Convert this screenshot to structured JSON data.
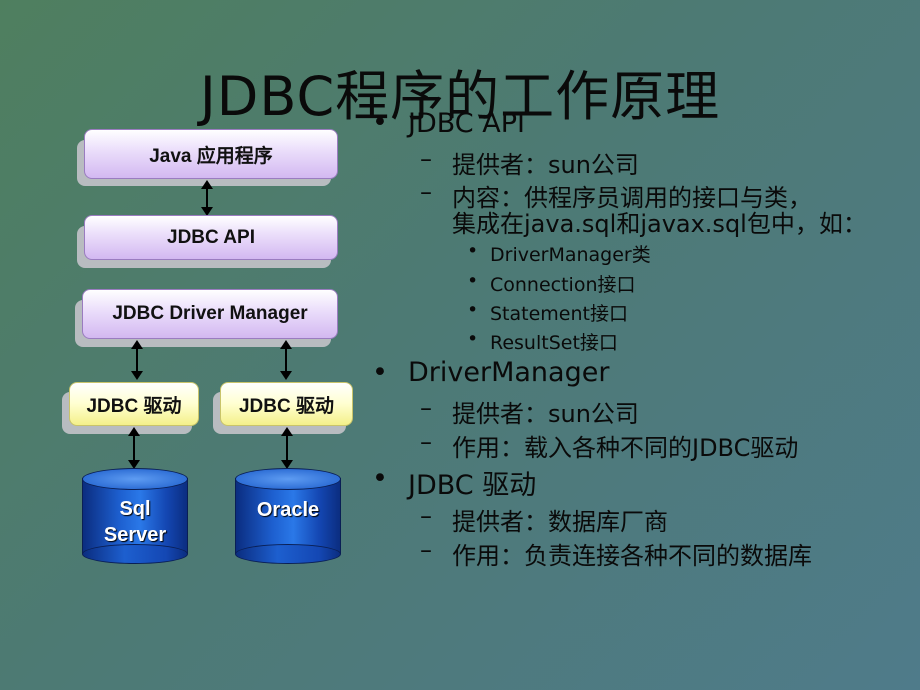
{
  "slide": {
    "title": "JDBC程序的工作原理"
  },
  "diagram": {
    "java_app": "Java 应用程序",
    "jdbc_api": "JDBC API",
    "driver_manager": "JDBC Driver Manager",
    "driver_left": "JDBC 驱动",
    "driver_right": "JDBC 驱动",
    "db_left_line1": "Sql",
    "db_left_line2": "Server",
    "db_right": "Oracle"
  },
  "content": {
    "api_heading": "JDBC API",
    "api_provider": "提供者：sun公司",
    "api_content_line1": "内容：供程序员调用的接口与类，",
    "api_content_line2": "集成在java.sql和javax.sql包中，如：",
    "api_items": [
      "DriverManager类",
      "Connection接口",
      "Statement接口",
      "ResultSet接口"
    ],
    "dm_heading": "DriverManager",
    "dm_provider": "提供者：sun公司",
    "dm_role": "作用：载入各种不同的JDBC驱动",
    "driver_heading": "JDBC 驱动",
    "driver_provider": "提供者：数据库厂商",
    "driver_role": "作用：负责连接各种不同的数据库"
  }
}
